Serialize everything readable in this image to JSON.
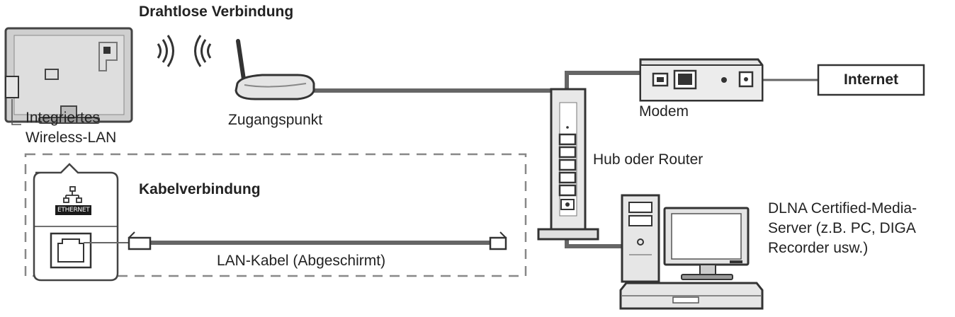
{
  "labels": {
    "wireless_heading": "Drahtlose Verbindung",
    "integrated_line1": "Integriertes",
    "integrated_line2": "Wireless-LAN",
    "access_point": "Zugangspunkt",
    "modem": "Modem",
    "internet": "Internet",
    "hub_router": "Hub oder Router",
    "cable_heading": "Kabelverbindung",
    "lan_cable": "LAN-Kabel (Abgeschirmt)",
    "dlna_line1": "DLNA Certified-Media-",
    "dlna_line2": "Server (z.B. PC, DIGA",
    "dlna_line3": "Recorder usw.)",
    "ethernet_tag": "ETHERNET"
  },
  "icons": [
    "tv-icon",
    "wireless-signal-icon",
    "access-point-icon",
    "modem-icon",
    "hub-router-icon",
    "network-icon",
    "ethernet-port-icon",
    "pc-tower-icon",
    "monitor-icon",
    "recorder-icon"
  ],
  "colors": {
    "line": "#555555",
    "device_fill": "#e0e0e0",
    "dashed_border": "#888888",
    "text": "#222222"
  }
}
